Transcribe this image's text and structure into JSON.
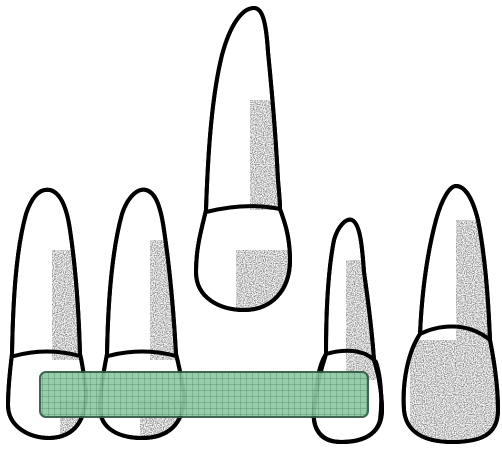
{
  "figure": {
    "background": "#ffffff",
    "outline_color": "#000000",
    "stipple_color": "#000000",
    "teeth": [
      {
        "name": "tooth-left-narrow"
      },
      {
        "name": "tooth-left-second"
      },
      {
        "name": "tooth-top-center"
      },
      {
        "name": "tooth-right-narrow"
      },
      {
        "name": "tooth-far-right"
      }
    ],
    "mesh_band": {
      "fill": "#8fc9a4",
      "grid": "#3f7a59",
      "border": "#2e5a42"
    }
  }
}
